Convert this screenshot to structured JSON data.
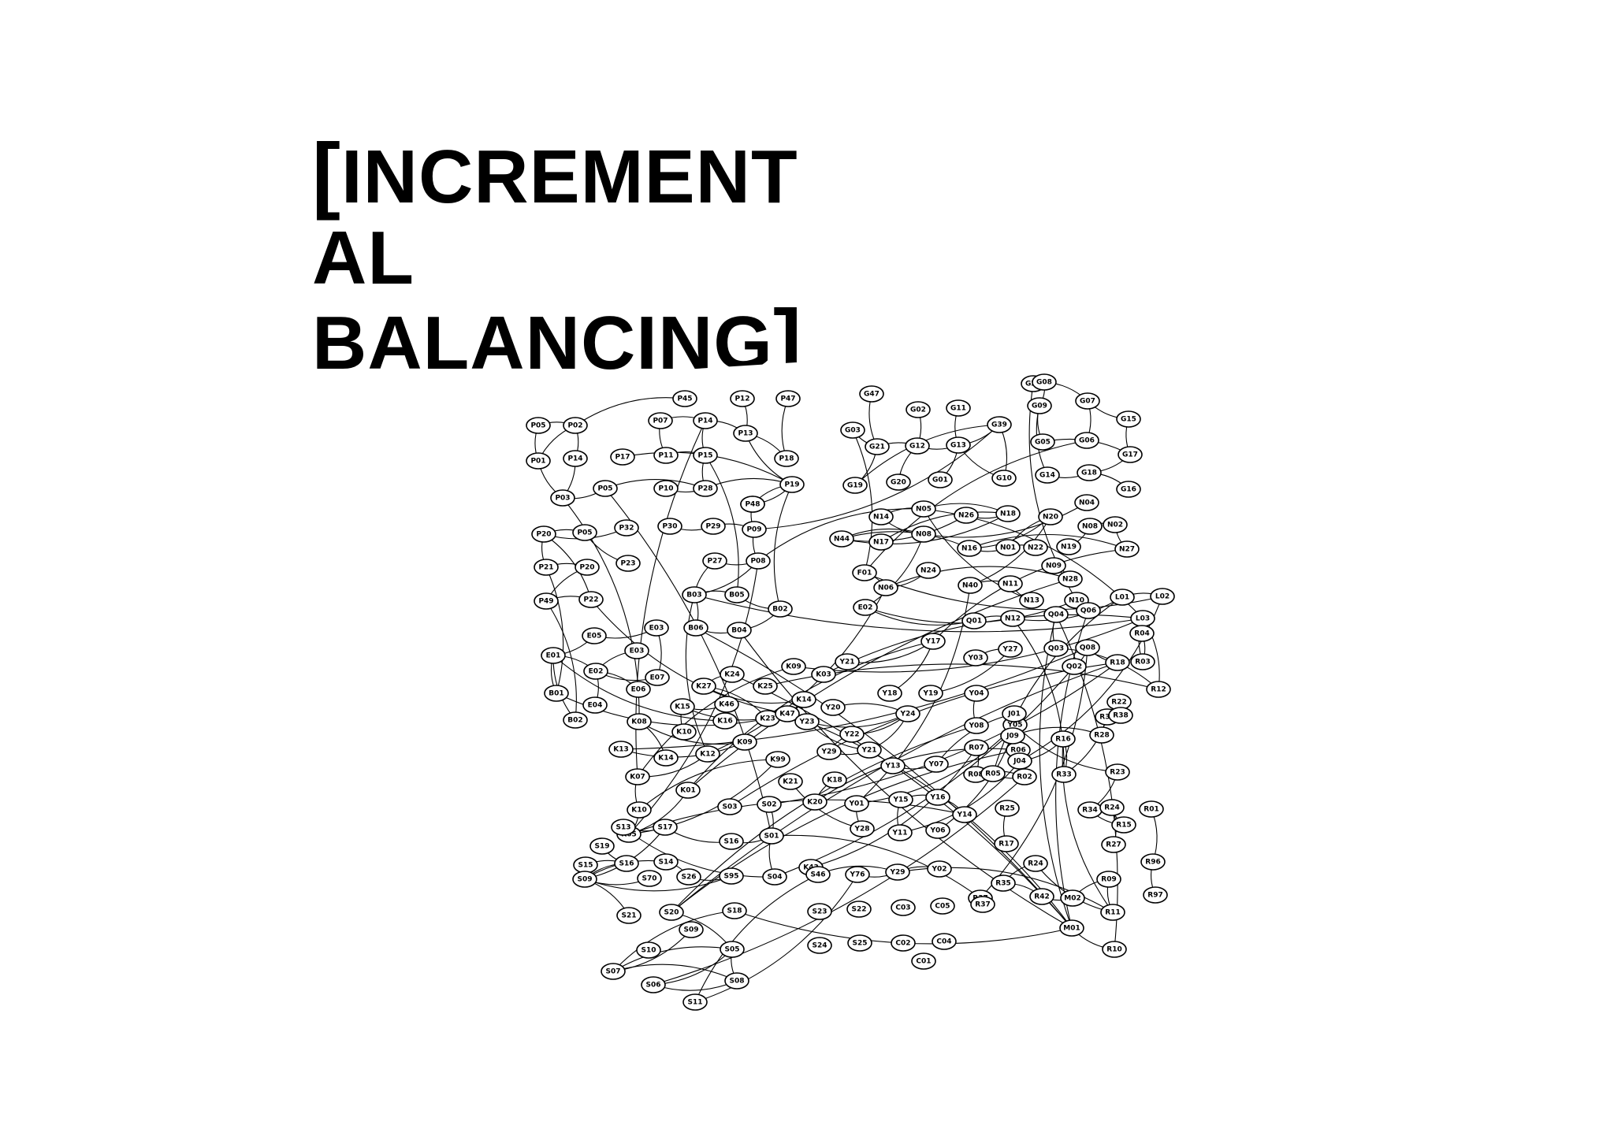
{
  "title": {
    "bracket_open": "[",
    "line1": "INCREMENT",
    "line2": "AL",
    "line3": "BALANCING",
    "bracket_close": "]"
  },
  "colors": {
    "background": "#ffffff",
    "ink": "#000000"
  },
  "diagram": {
    "node_labels": [
      "P45",
      "P12",
      "P47",
      "P05",
      "P02",
      "P07",
      "P14",
      "P13",
      "P18",
      "P01",
      "P14",
      "P11",
      "P15",
      "P17",
      "P10",
      "P28",
      "P19",
      "P13",
      "P03",
      "P05",
      "P48",
      "P32",
      "P30",
      "P29",
      "P09",
      "P20",
      "P05",
      "P23",
      "P21",
      "P20",
      "P27",
      "P08",
      "P49",
      "P22",
      "B03",
      "B05",
      "B02",
      "B06",
      "B04",
      "E05",
      "E03",
      "E01",
      "E02",
      "E03",
      "E07",
      "E06",
      "B01",
      "E04",
      "B02",
      "G47",
      "G02",
      "G11",
      "G39",
      "G03",
      "G21",
      "G12",
      "G13",
      "G19",
      "G20",
      "G01",
      "G10",
      "G23",
      "G08",
      "G07",
      "G15",
      "G09",
      "G05",
      "G06",
      "G17",
      "G14",
      "G18",
      "G16",
      "N05",
      "N14",
      "N26",
      "N18",
      "N20",
      "N04",
      "N08",
      "N44",
      "N17",
      "N16",
      "N01",
      "N22",
      "N19",
      "N08",
      "N02",
      "N27",
      "F01",
      "N06",
      "N24",
      "N09",
      "N28",
      "N40",
      "N11",
      "N13",
      "N10",
      "E02",
      "Q01",
      "N12",
      "L01",
      "L02",
      "L03",
      "R04",
      "R03",
      "R12",
      "K25",
      "K09",
      "K03",
      "K24",
      "K27",
      "K23",
      "K47",
      "K14",
      "K16",
      "K46",
      "K15",
      "K10",
      "K08",
      "K09",
      "K13",
      "K14",
      "K12",
      "K99",
      "K07",
      "K10",
      "K05",
      "K01",
      "Y21",
      "Y17",
      "Y18",
      "Y19",
      "Y03",
      "Y27",
      "Y04",
      "Y08",
      "Y20",
      "Y23",
      "Y24",
      "Y22",
      "Y29",
      "Y21",
      "Y13",
      "Y07",
      "Y15",
      "Y16",
      "Y14",
      "Y11",
      "Y06",
      "Y05",
      "Y01",
      "Y28",
      "K21",
      "K18",
      "K20",
      "K43",
      "R07",
      "R06",
      "R08",
      "R05",
      "R02",
      "J01",
      "J09",
      "J04",
      "R16",
      "R33",
      "R28",
      "R37",
      "R22",
      "R38",
      "R23",
      "R34",
      "R24",
      "R15",
      "R27",
      "R01",
      "R96",
      "R97",
      "R17",
      "R25",
      "R24",
      "R35",
      "R42",
      "M02",
      "R09",
      "R11",
      "M01",
      "R10",
      "Q04",
      "Q06",
      "Q03",
      "Q08",
      "Q02",
      "R18",
      "R37",
      "S03",
      "S02",
      "S01",
      "S16",
      "S04",
      "S13",
      "S17",
      "S19",
      "S15",
      "S16",
      "S09",
      "S14",
      "S70",
      "S26",
      "S95",
      "S21",
      "S20",
      "S18",
      "S09",
      "S10",
      "S05",
      "S07",
      "S06",
      "S08",
      "S11",
      "S46",
      "Y76",
      "Y29",
      "Y02",
      "S23",
      "S22",
      "S24",
      "S25",
      "C03",
      "C05",
      "C02",
      "C04",
      "C01",
      "R37"
    ]
  }
}
